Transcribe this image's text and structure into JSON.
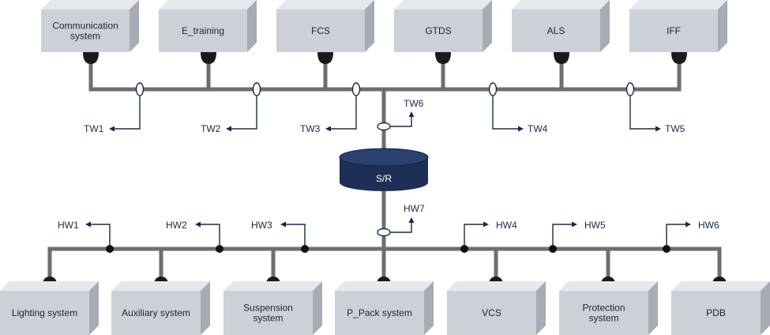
{
  "top_devices": [
    {
      "id": "comm",
      "lines": [
        "Communication",
        "system"
      ]
    },
    {
      "id": "etraining",
      "lines": [
        "E_training"
      ]
    },
    {
      "id": "fcs",
      "lines": [
        "FCS"
      ]
    },
    {
      "id": "gtds",
      "lines": [
        "GTDS"
      ]
    },
    {
      "id": "als",
      "lines": [
        "ALS"
      ]
    },
    {
      "id": "iff",
      "lines": [
        "IFF"
      ]
    }
  ],
  "bottom_devices": [
    {
      "id": "lighting",
      "lines": [
        "Lighting system"
      ]
    },
    {
      "id": "auxiliary",
      "lines": [
        "Auxiliary system"
      ]
    },
    {
      "id": "suspension",
      "lines": [
        "Suspension",
        "system"
      ]
    },
    {
      "id": "ppack",
      "lines": [
        "P_Pack system"
      ]
    },
    {
      "id": "vcs",
      "lines": [
        "VCS"
      ]
    },
    {
      "id": "protection",
      "lines": [
        "Protection",
        "system"
      ]
    },
    {
      "id": "pdb",
      "lines": [
        "PDB"
      ]
    }
  ],
  "top_taps": [
    "TW1",
    "TW2",
    "TW3",
    "TW4",
    "TW5"
  ],
  "center_top_tap": "TW6",
  "center_bottom_tap": "HW7",
  "bottom_taps": [
    "HW1",
    "HW2",
    "HW3",
    "HW4",
    "HW5",
    "HW6"
  ],
  "hub": {
    "label": "S/R"
  },
  "colors": {
    "bus": "#6e6e6e",
    "line": "#1b2a44",
    "hub": "#1d2f55",
    "box": "#cdd0d6"
  }
}
